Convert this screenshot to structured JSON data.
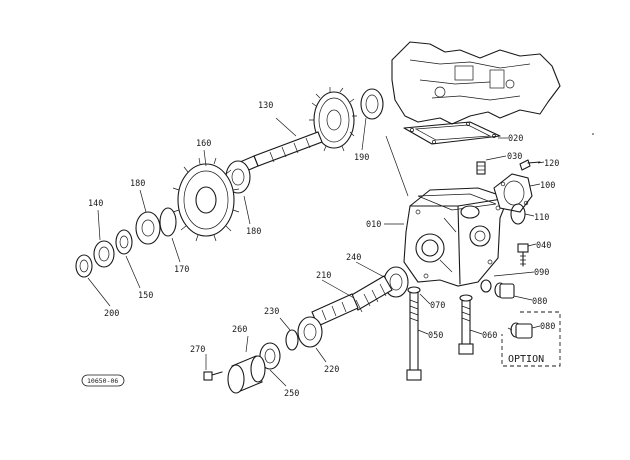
{
  "labels": {
    "p010": "010",
    "p020": "020",
    "p030": "030",
    "p040": "040",
    "p050": "050",
    "p060": "060",
    "p070": "070",
    "p080a": "080",
    "p080b": "080",
    "p090": "090",
    "p100": "100",
    "p110": "110",
    "p120": "120",
    "p130": "130",
    "p140": "140",
    "p150": "150",
    "p160": "160",
    "p170": "170",
    "p180a": "180",
    "p180b": "180",
    "p190": "190",
    "p200": "200",
    "p210": "210",
    "p220": "220",
    "p230": "230",
    "p240": "240",
    "p250": "250",
    "p260": "260",
    "p270": "270"
  },
  "option_label": "OPTION",
  "drawing_code": "10650-06"
}
